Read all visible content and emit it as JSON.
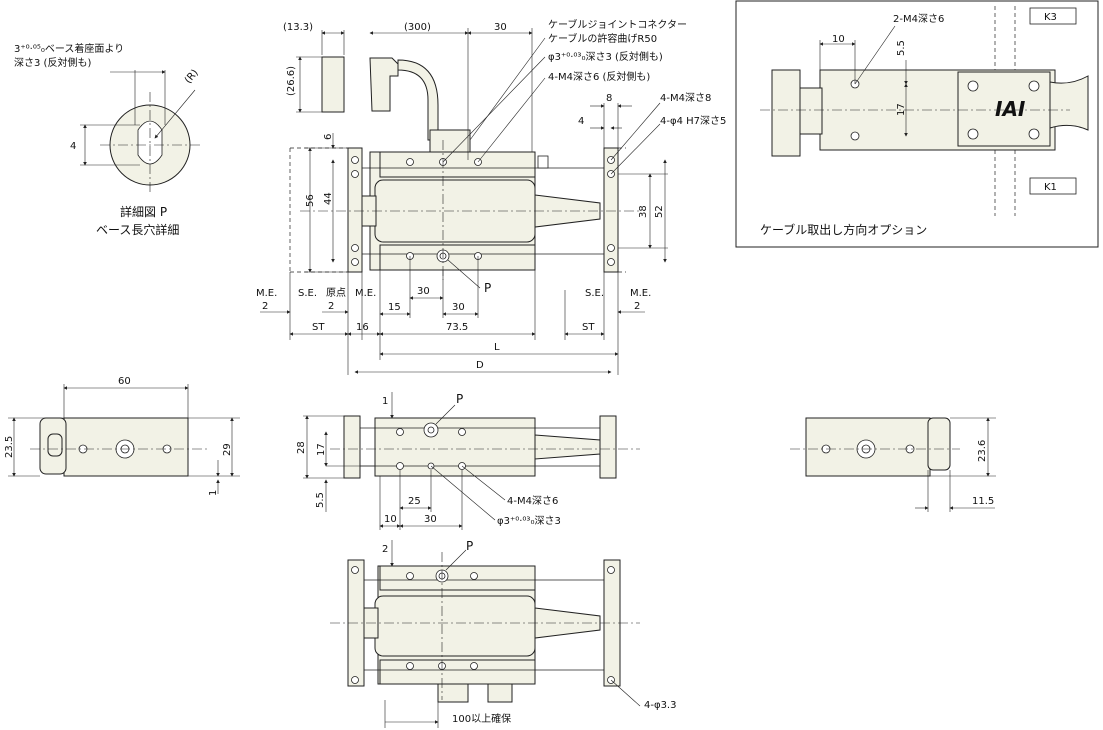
{
  "drawing": {
    "detail": {
      "title": "詳細図 P",
      "subtitle": "ベース長穴詳細",
      "note_line1": "3⁺⁰·⁰⁵₀ベース着座面より",
      "note_line2": "深さ3 (反対側も)",
      "radius_label": "(R)",
      "depth_label": "4"
    },
    "top_view": {
      "dim_13_3": "(13.3)",
      "dim_300": "(300)",
      "dim_30_top": "30",
      "dim_26_6": "(26.6)",
      "cable_note_1": "ケーブルジョイントコネクター",
      "cable_note_2": "ケーブルの許容曲げR50",
      "phi3_note": "φ3⁺⁰·⁰³₀深さ3 (反対側も)",
      "m4_note_6": "4-M4深さ6 (反対側も)",
      "dim_8": "8",
      "dim_4_small": "4",
      "m4_note_8": "4-M4深さ8",
      "phi4_note": "4-φ4 H7深さ5",
      "dim_6": "6",
      "dim_56": "56",
      "dim_44": "44",
      "dim_38": "38",
      "dim_52": "52",
      "p_label": "P",
      "me_left": "M.E.",
      "se_left": "S.E.",
      "origin": "原点",
      "me_mid": "M.E.",
      "dim_2a": "2",
      "dim_2b": "2",
      "dim_30a": "30",
      "dim_15": "15",
      "dim_30b": "30",
      "st_left": "ST",
      "dim_16": "16",
      "dim_73_5": "73.5",
      "se_right": "S.E.",
      "me_right": "M.E.",
      "dim_2c": "2",
      "st_right": "ST",
      "dim_L": "L",
      "dim_D": "D"
    },
    "option": {
      "m4_note": "2-M4深さ6",
      "dim_10": "10",
      "dim_5_5": "5.5",
      "dim_17": "17",
      "k3": "K3",
      "k1": "K1",
      "caption": "ケーブル取出し方向オプション",
      "logo": "IAI"
    },
    "left_view": {
      "dim_60": "60",
      "dim_23_5": "23.5",
      "dim_29": "29",
      "dim_1": "1"
    },
    "front_view": {
      "dim_1": "1",
      "p_label": "P",
      "dim_28": "28",
      "dim_17": "17",
      "dim_5_5": "5.5",
      "dim_25": "25",
      "dim_10": "10",
      "dim_30": "30",
      "m4_note": "4-M4深さ6",
      "phi3_note": "φ3⁺⁰·⁰³₀深さ3"
    },
    "right_view": {
      "dim_23_6": "23.6",
      "dim_11_5": "11.5"
    },
    "bottom_view": {
      "dim_2": "2",
      "p_label": "P",
      "phi3_3": "4-φ3.3",
      "clearance": "100以上確保"
    }
  }
}
